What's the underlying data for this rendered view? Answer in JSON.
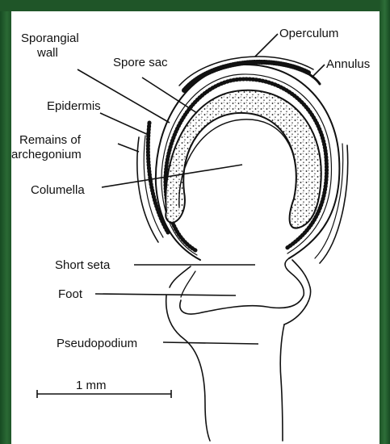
{
  "labels": {
    "sporangial_wall_1": "Sporangial",
    "sporangial_wall_2": "wall",
    "spore_sac": "Spore sac",
    "operculum": "Operculum",
    "annulus": "Annulus",
    "epidermis": "Epidermis",
    "remains_1": "Remains of",
    "remains_2": "archegonium",
    "columella": "Columella",
    "short_seta": "Short seta",
    "foot": "Foot",
    "pseudopodium": "Pseudopodium",
    "scale": "1 mm"
  }
}
